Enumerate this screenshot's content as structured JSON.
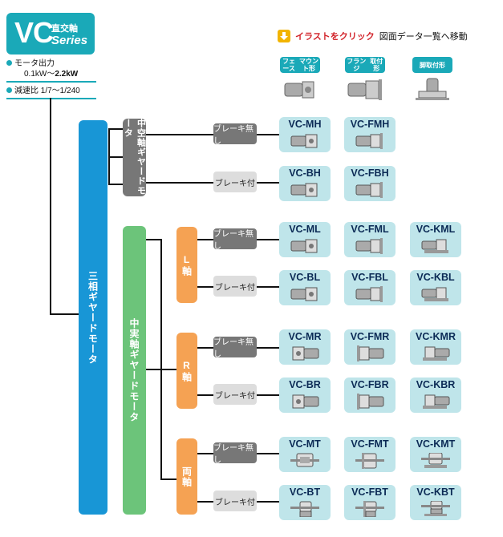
{
  "header": {
    "logo_vc": "VC",
    "logo_ja": "直交軸",
    "logo_en": "Series",
    "spec_output_label": "モータ出力",
    "spec_output_value_pre": "0.1kW～",
    "spec_output_value_max": "2.2kW",
    "spec_ratio": "減速比 1/7～1/240",
    "illust_link": "イラストをクリック",
    "illust_link_rest": "図面データ一覧へ移動"
  },
  "mounts": [
    {
      "label1": "フェース",
      "label2": "マウント形"
    },
    {
      "label1": "フランジ",
      "label2": "取付形"
    },
    {
      "label1": "脚取付形",
      "label2": ""
    }
  ],
  "groups": {
    "three_phase": "三相ギヤードモータ",
    "hollow": "中空軸ギヤードモータ",
    "solid": "中実軸ギヤードモータ",
    "l_axis": "L軸",
    "r_axis": "R軸",
    "both_axis": "両軸"
  },
  "rows": [
    {
      "brake": "ブレーキ無し",
      "products": [
        "VC-MH",
        "VC-FMH"
      ]
    },
    {
      "brake": "ブレーキ付",
      "products": [
        "VC-BH",
        "VC-FBH"
      ]
    },
    {
      "brake": "ブレーキ無し",
      "products": [
        "VC-ML",
        "VC-FML",
        "VC-KML"
      ]
    },
    {
      "brake": "ブレーキ付",
      "products": [
        "VC-BL",
        "VC-FBL",
        "VC-KBL"
      ]
    },
    {
      "brake": "ブレーキ無し",
      "products": [
        "VC-MR",
        "VC-FMR",
        "VC-KMR"
      ]
    },
    {
      "brake": "ブレーキ付",
      "products": [
        "VC-BR",
        "VC-FBR",
        "VC-KBR"
      ]
    },
    {
      "brake": "ブレーキ無し",
      "products": [
        "VC-MT",
        "VC-FMT",
        "VC-KMT"
      ]
    },
    {
      "brake": "ブレーキ付",
      "products": [
        "VC-BT",
        "VC-FBT",
        "VC-KBT"
      ]
    }
  ],
  "colors": {
    "teal": "#1aa9b8",
    "blue": "#1896d6",
    "green": "#6cc47a",
    "orange": "#f5a253",
    "gray": "#777777",
    "light_blue": "#bfe5ea"
  }
}
